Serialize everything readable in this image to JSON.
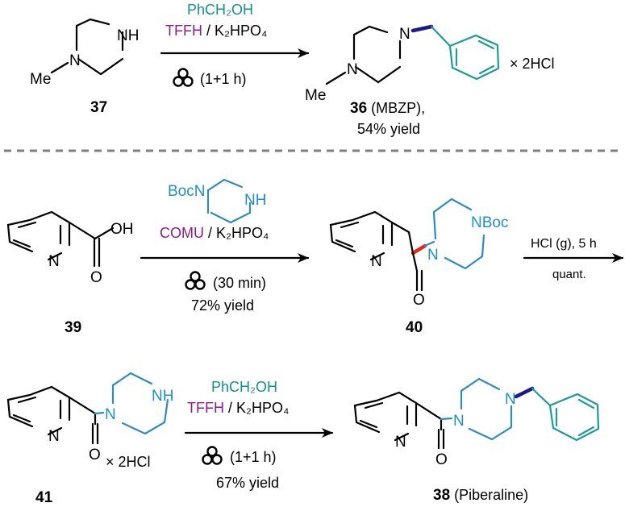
{
  "atoms": {
    "N": "N",
    "NH": "NH",
    "Me": "Me",
    "OH": "OH",
    "O": "O",
    "NBoc": "NBoc",
    "BocN": "BocN"
  },
  "row1": {
    "reagent_alcohol": "PhCH₂OH",
    "reagent_coupling": "TFFH",
    "reagent_base": " / K₂HPO₄",
    "conditions": "(1+1 h)",
    "start_label": "37",
    "product_label": "36",
    "product_name": " (MBZP),",
    "yield": "54% yield",
    "salt": "× 2HCl"
  },
  "row2": {
    "reagent_coupling": "COMU",
    "reagent_base": " / K₂HPO₄",
    "conditions": "(30 min)",
    "yield": "72% yield",
    "start_label": "39",
    "product_label": "40",
    "deprotect_conditions": "HCl (g), 5 h",
    "deprotect_yield": "quant."
  },
  "row3": {
    "reagent_alcohol": "PhCH₂OH",
    "reagent_coupling": "TFFH",
    "reagent_base": " / K₂HPO₄",
    "conditions": "(1+1 h)",
    "yield": "67% yield",
    "start_label": "41",
    "salt": "× 2HCl",
    "product_label": "38",
    "product_name": " (Piberaline)"
  }
}
